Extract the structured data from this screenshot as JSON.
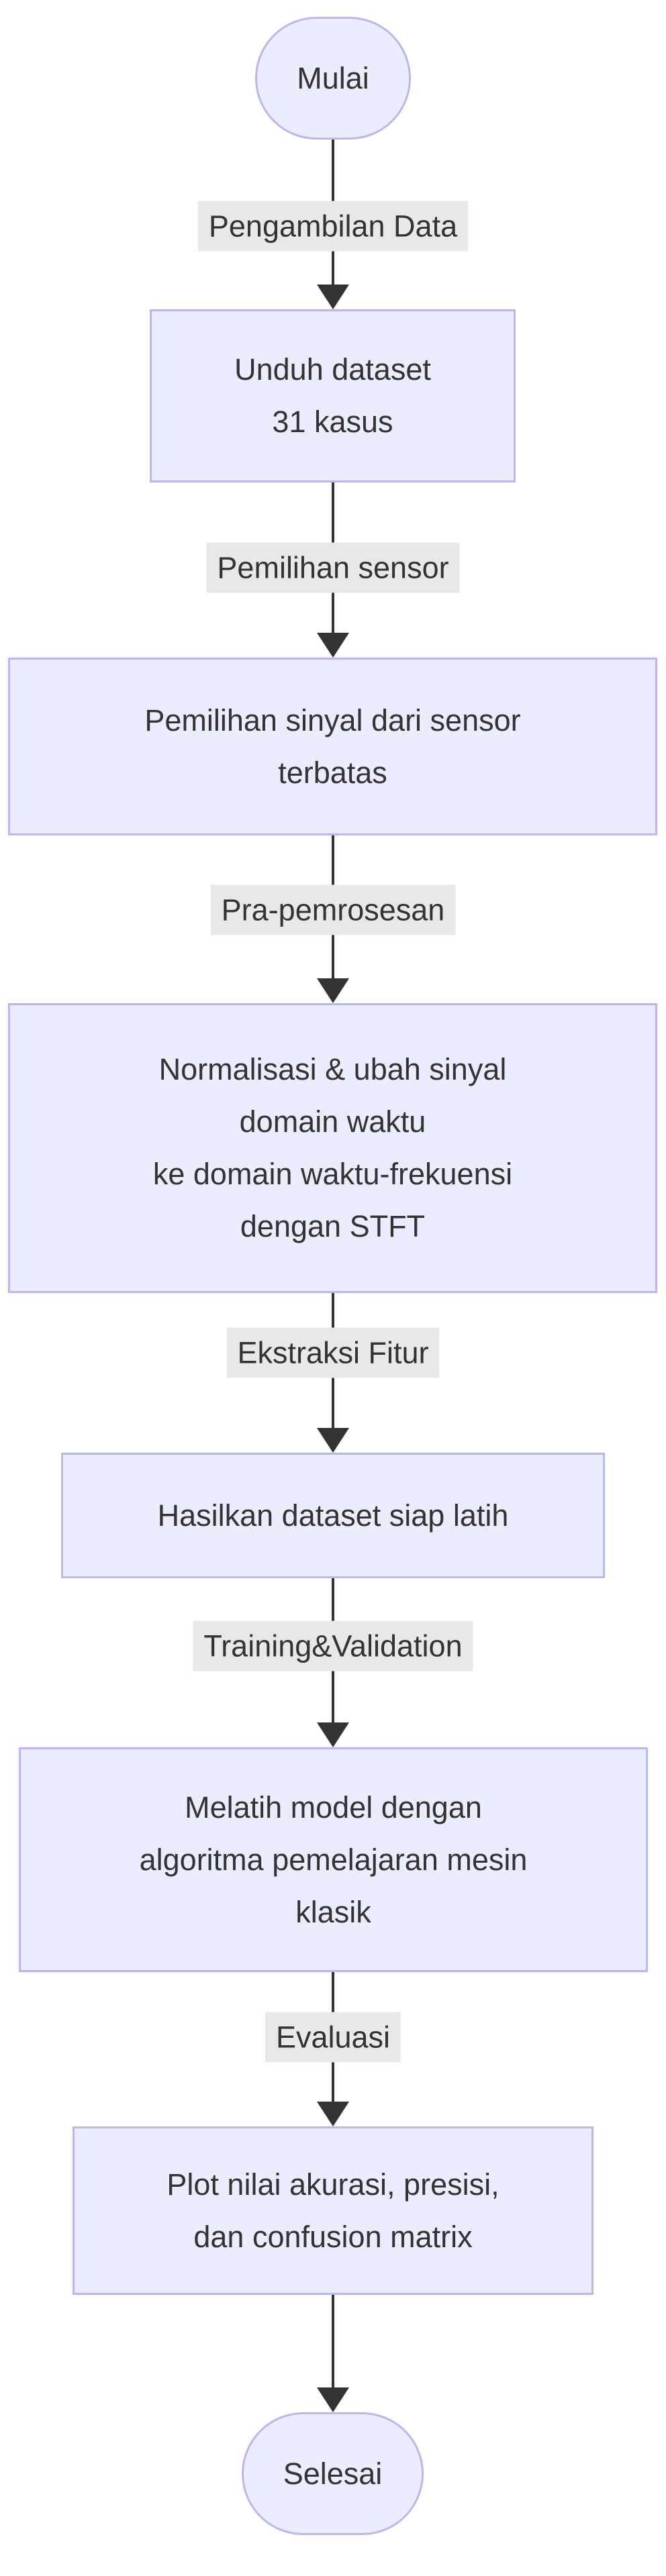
{
  "diagram": {
    "type": "flowchart",
    "direction": "top-down",
    "colors": {
      "background": "#ffffff",
      "node_fill": "#ECECFF",
      "node_border": "#b8b8ef",
      "node_text": "#333333",
      "edge_line": "#333333",
      "edge_label_bg": "#e8e8e8",
      "edge_label_text": "#333333"
    },
    "nodes": [
      {
        "id": "start",
        "shape": "stadium",
        "label": "Mulai"
      },
      {
        "id": "download",
        "shape": "rect",
        "label": "Unduh dataset\n31 kasus"
      },
      {
        "id": "selection",
        "shape": "rect",
        "label": "Pemilihan sinyal dari sensor\nterbatas"
      },
      {
        "id": "preprocess",
        "shape": "rect",
        "label": "Normalisasi & ubah sinyal\ndomain waktu\nke domain waktu-frekuensi\ndengan STFT"
      },
      {
        "id": "dataset",
        "shape": "rect",
        "label": "Hasilkan dataset siap latih"
      },
      {
        "id": "training",
        "shape": "rect",
        "label": "Melatih model dengan\nalgoritma pemelajaran mesin\nklasik"
      },
      {
        "id": "plot",
        "shape": "rect",
        "label": "Plot nilai akurasi, presisi,\ndan confusion matrix"
      },
      {
        "id": "end",
        "shape": "stadium",
        "label": "Selesai"
      }
    ],
    "edges": [
      {
        "from": "start",
        "to": "download",
        "label": "Pengambilan Data"
      },
      {
        "from": "download",
        "to": "selection",
        "label": "Pemilihan sensor"
      },
      {
        "from": "selection",
        "to": "preprocess",
        "label": "Pra-pemrosesan"
      },
      {
        "from": "preprocess",
        "to": "dataset",
        "label": "Ekstraksi Fitur"
      },
      {
        "from": "dataset",
        "to": "training",
        "label": "Training&Validation"
      },
      {
        "from": "training",
        "to": "plot",
        "label": "Evaluasi"
      },
      {
        "from": "plot",
        "to": "end",
        "label": ""
      }
    ]
  }
}
